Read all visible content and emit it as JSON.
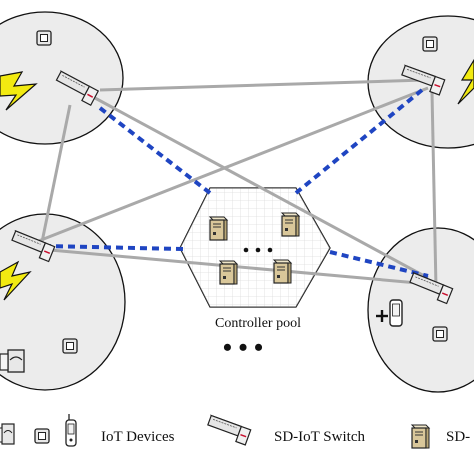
{
  "diagram": {
    "controller_pool_label": "Controller pool",
    "dots_label": "• • •",
    "legend": {
      "iot_devices_label": "IoT Devices",
      "sd_iot_switch_label": "SD-IoT Switch",
      "sd_controller_label": "SD-"
    },
    "colors": {
      "physical_link": "#a9a9a9",
      "control_link": "#1f45c2",
      "domain_fill": "#ececec",
      "lightning": "#f2ea11",
      "device_fill": "#e8e8e8",
      "switch_port": "#c8102e",
      "grid": "#c9c9c9",
      "server_fill": "#d9c79a"
    },
    "icons": [
      "iot-device-icon",
      "camera-icon",
      "phone-icon",
      "sd-iot-switch-icon",
      "sd-controller-icon",
      "lightning-icon"
    ]
  }
}
